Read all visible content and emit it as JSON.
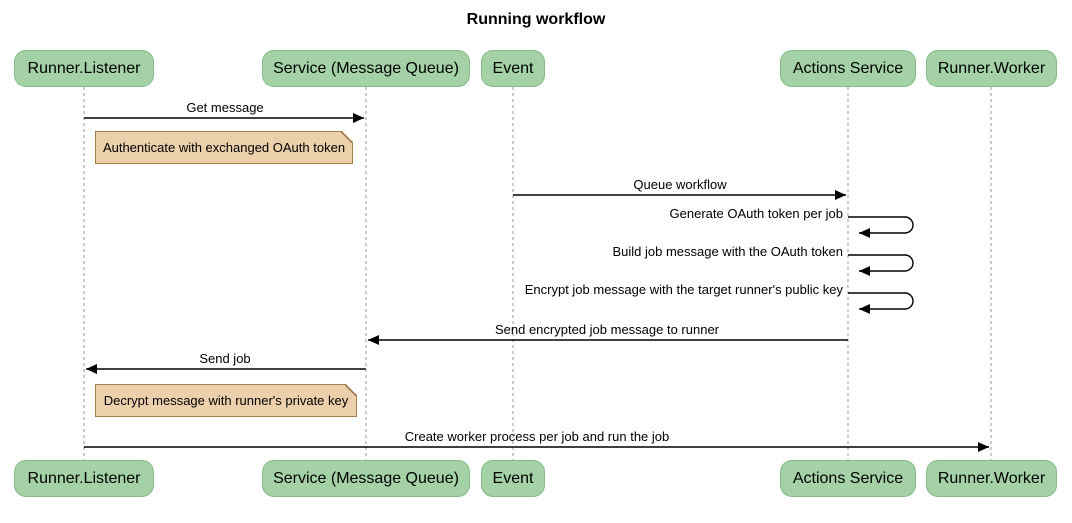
{
  "title": "Running workflow",
  "participants": [
    {
      "label": "Runner.Listener"
    },
    {
      "label": "Service (Message Queue)"
    },
    {
      "label": "Event"
    },
    {
      "label": "Actions Service"
    },
    {
      "label": "Runner.Worker"
    }
  ],
  "messages": {
    "get_message": "Get message",
    "queue_workflow": "Queue workflow",
    "generate_token": "Generate OAuth token per job",
    "build_job_message": "Build job message with the OAuth token",
    "encrypt_job_message": "Encrypt job message with the target runner's public key",
    "send_encrypted": "Send encrypted job message to runner",
    "send_job": "Send job",
    "create_worker": "Create worker process per job and run the job"
  },
  "notes": {
    "authenticate": "Authenticate with exchanged OAuth token",
    "decrypt": "Decrypt message with runner's private key"
  },
  "colors": {
    "actor-fill": "#a4d2a6",
    "actor-border": "#85bb88",
    "note-fill": "#ecd0ac",
    "note-border": "#a67c52",
    "arrow": "#000000",
    "lifeline": "#999999"
  }
}
